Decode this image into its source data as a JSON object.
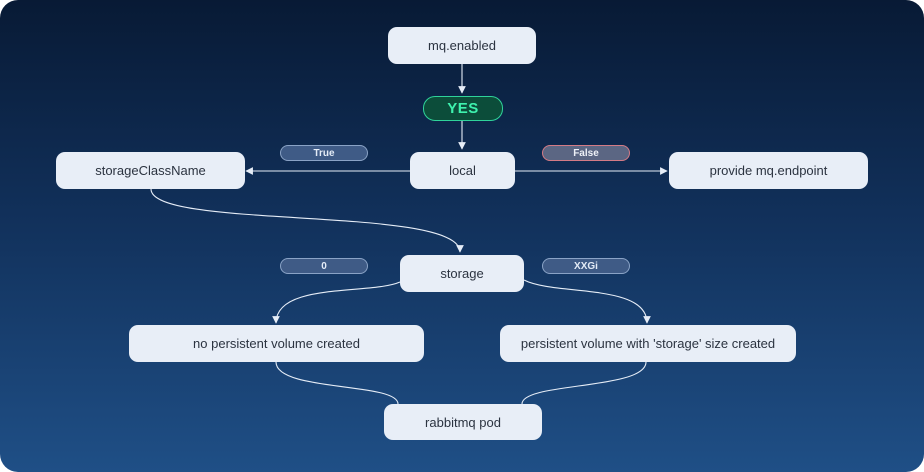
{
  "nodes": {
    "mq_enabled": "mq.enabled",
    "local": "local",
    "storage_class_name": "storageClassName",
    "provide_endpoint": "provide mq.endpoint",
    "storage": "storage",
    "no_pv": "no persistent volume created",
    "pv_created": "persistent volume with 'storage' size created",
    "rabbitmq_pod": "rabbitmq pod"
  },
  "labels": {
    "yes": "YES",
    "true": "True",
    "false": "False",
    "zero": "0",
    "xxgi": "XXGi"
  },
  "colors": {
    "background_top": "#081a35",
    "background_bottom": "#1f4f86",
    "node_fill": "#e8eef7",
    "node_text": "#2b3340",
    "yes_accent": "#3ef2ae",
    "false_border": "#d47b86",
    "edge": "#e6edf7"
  }
}
